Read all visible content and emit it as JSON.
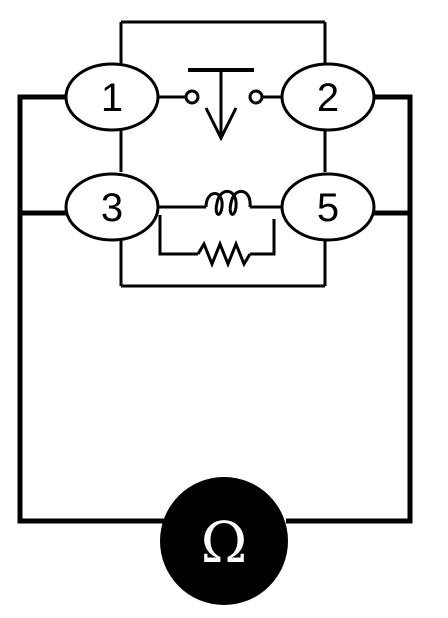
{
  "terminals": [
    {
      "id": "t1",
      "label": "1"
    },
    {
      "id": "t2",
      "label": "2"
    },
    {
      "id": "t3",
      "label": "3"
    },
    {
      "id": "t5",
      "label": "5"
    }
  ],
  "meter": {
    "symbol": "Ω"
  },
  "colors": {
    "line": "#000000",
    "background": "#ffffff",
    "meter_fill": "#000000",
    "meter_text": "#ffffff"
  }
}
